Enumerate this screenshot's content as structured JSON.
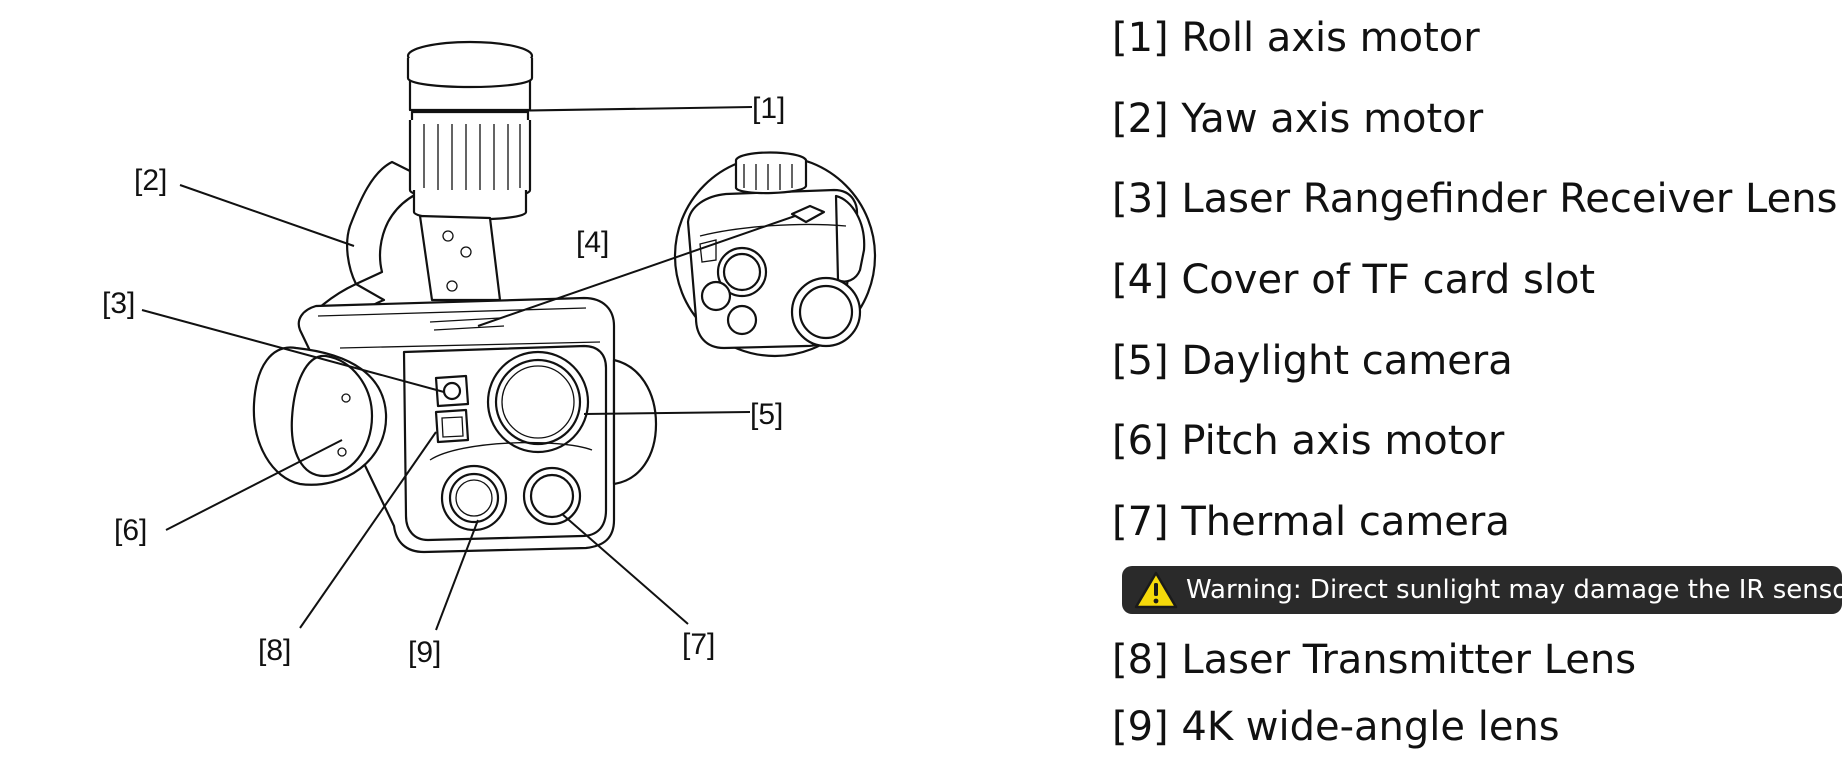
{
  "callouts": [
    "[1]",
    "[2]",
    "[3]",
    "[4]",
    "[5]",
    "[6]",
    "[7]",
    "[8]",
    "[9]"
  ],
  "legend": [
    "[1] Roll axis motor",
    "[2] Yaw axis motor",
    "[3] Laser Rangefinder Receiver Lens",
    "[4] Cover of TF card slot",
    "[5] Daylight camera",
    "[6] Pitch axis motor",
    "[7] Thermal camera",
    "[8] Laser Transmitter Lens",
    "[9] 4K wide-angle lens"
  ],
  "warning": {
    "text": "Warning: Direct sunlight may damage the IR sensor.",
    "icon": "warning-triangle-icon",
    "colors": {
      "banner": "#2a2a2a",
      "icon": "#f5d90a",
      "text": "#ffffff"
    }
  }
}
